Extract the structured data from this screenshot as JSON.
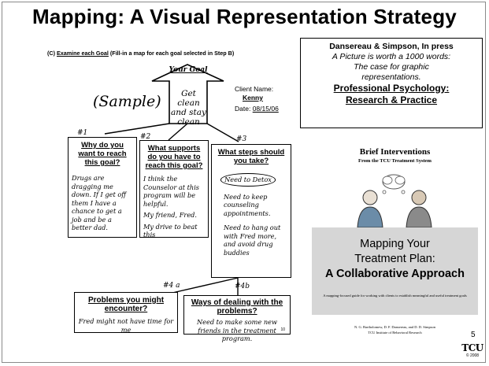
{
  "slide": {
    "title": "Mapping:  A Visual Representation Strategy",
    "page_number": "5",
    "logo_text": "TCU",
    "logo_year": "© 2008"
  },
  "map": {
    "heading_prefix": "(C)",
    "heading_link": "Examine each Goal",
    "heading_rest": "(Fill-in a map for each goal selected in Step B)",
    "your_goal_label": "Your Goal",
    "goal_text": [
      "Get clean",
      "and stay",
      "clean"
    ],
    "sample_label": "(Sample)",
    "client_name_label": "Client Name:",
    "client_name_value": "Kenny",
    "date_label": "Date:",
    "date_value": "08/15/06",
    "box1": {
      "number": "#1",
      "question": "Why do you want to reach this goal?",
      "answer": "Drugs are dragging me down. If I get off them I have a chance to get a job and be a better dad."
    },
    "box2": {
      "number": "#2",
      "question": "What supports do you have to reach this goal?",
      "answers": [
        "I think the Counselor at this program will be helpful.",
        "My friend, Fred.",
        "My drive to beat this"
      ]
    },
    "box3": {
      "number": "#3",
      "question": "What steps should you take?",
      "oval_text": "Need to Detox",
      "steps": [
        "Need to keep counseling appointments.",
        "Need to hang out with Fred more, and avoid drug buddies"
      ]
    },
    "box4a": {
      "number": "#4 a",
      "question": "Problems you might encounter?",
      "answer": "Fred might not have time for me"
    },
    "box4b": {
      "number": "#4b",
      "question": "Ways of dealing with the problems?",
      "answer": "Need to make some new friends in the treatment program.",
      "page_ref": "10"
    }
  },
  "citation": {
    "authors": "Dansereau & Simpson, In press",
    "title_lines": [
      "A Picture is worth a 1000 words:",
      "The case for graphic",
      "representations."
    ],
    "journal_lines": [
      "Professional Psychology:",
      "Research & Practice"
    ]
  },
  "book": {
    "series_title": "Brief Interventions",
    "series_subtitle": "From the TCU Treatment System",
    "main_title_lines": [
      "Mapping Your",
      "Treatment Plan:",
      "A Collaborative Approach"
    ],
    "tagline": "A mapping-focused guide for working with clients to establish meaningful and useful treatment goals",
    "authors": "N. G. Bartholomew, D. F. Dansereau, and D. D. Simpson",
    "institute": "TCU Institute of Behavioral Research"
  }
}
